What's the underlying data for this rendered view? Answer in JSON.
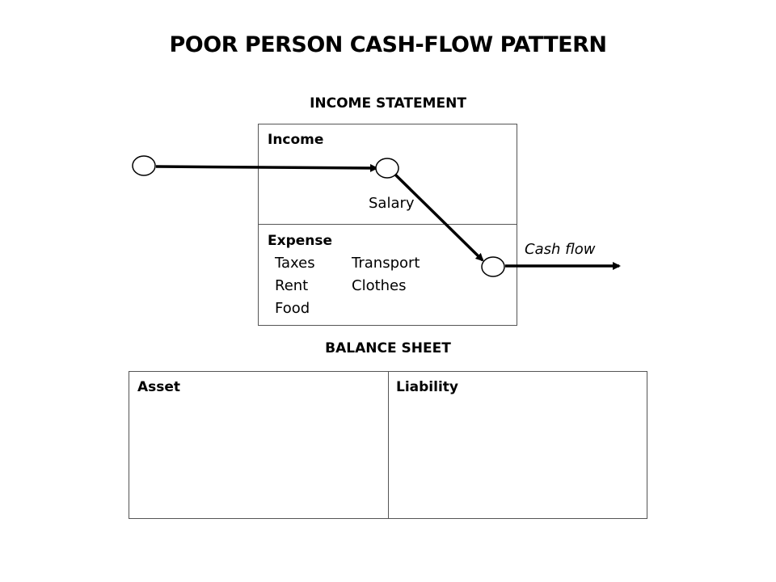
{
  "title": "POOR PERSON CASH-FLOW PATTERN",
  "income_statement": {
    "heading": "INCOME STATEMENT",
    "income_label": "Income",
    "income_items": [
      "Salary"
    ],
    "expense_label": "Expense",
    "expense_items": [
      "Taxes",
      "Rent",
      "Food",
      "Transport",
      "Clothes"
    ]
  },
  "cash_flow_label": "Cash flow",
  "balance_sheet": {
    "heading": "BALANCE SHEET",
    "asset_label": "Asset",
    "liability_label": "Liability"
  }
}
